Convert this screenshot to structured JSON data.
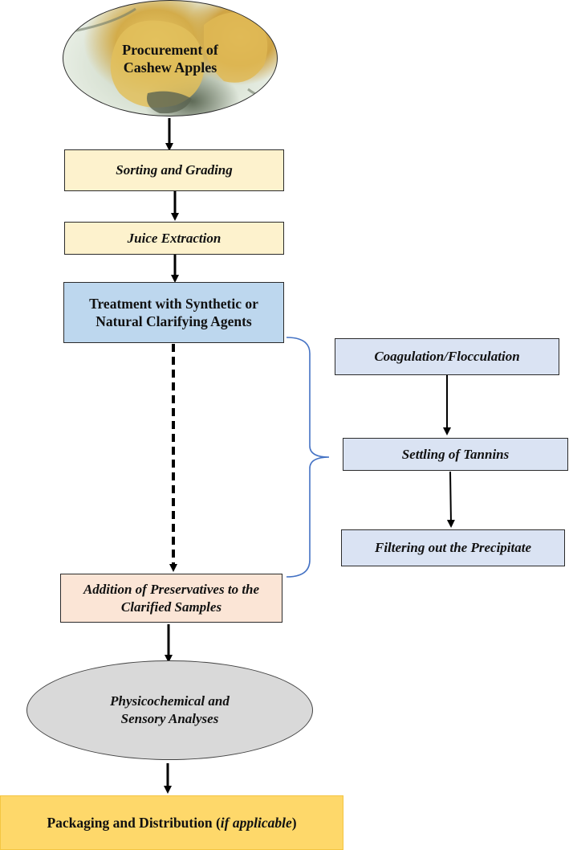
{
  "nodes": {
    "procurement": "Procurement of Cashew Apples",
    "sorting": "Sorting and Grading",
    "juice": "Juice Extraction",
    "treatment": "Treatment with Synthetic or Natural Clarifying Agents",
    "coagulation": "Coagulation/Flocculation",
    "settling": "Settling of Tannins",
    "filtering": "Filtering out the Precipitate",
    "preservatives": "Addition of Preservatives to the Clarified Samples",
    "analyses": "Physicochemical and Sensory Analyses",
    "packaging_main": "Packaging and Distribution (",
    "packaging_italic": "if applicable",
    "packaging_end": ")"
  },
  "colors": {
    "yellow_box": "#fdf2cd",
    "treatment_box": "#bdd7ee",
    "subprocess_box": "#dae3f3",
    "preservatives_box": "#fbe5d6",
    "analyses_ellipse": "#d9d9d9",
    "packaging_box": "#fed86a",
    "brace": "#4472c4"
  }
}
